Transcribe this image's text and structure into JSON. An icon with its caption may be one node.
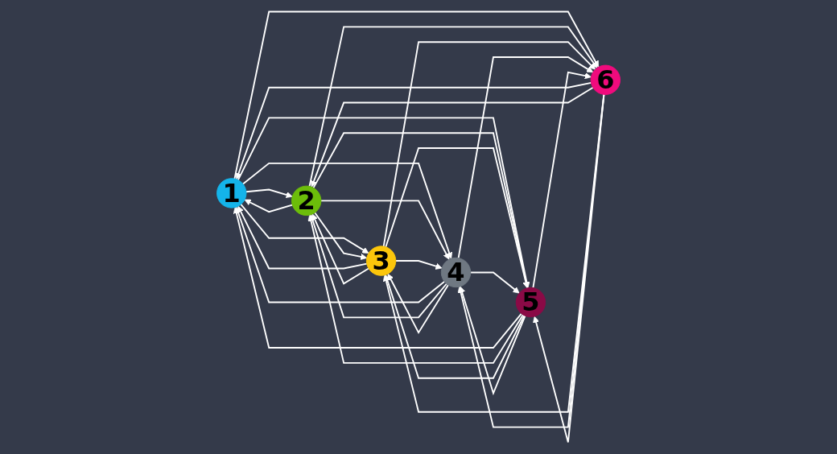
{
  "diagram": {
    "nodes": [
      {
        "text": [
          "1"
        ]
      },
      {
        "text": [
          "2"
        ]
      },
      {
        "text": [
          "3"
        ]
      },
      {
        "text": [
          "4"
        ]
      },
      {
        "text": [
          "5"
        ]
      },
      {
        "text": [
          "6"
        ]
      }
    ],
    "edges": [
      {
        "from": 0,
        "to": 1,
        "arrow": "to"
      },
      {
        "from": 1,
        "to": 0,
        "arrow": "to"
      },
      {
        "from": 0,
        "to": 2,
        "arrow": "to"
      },
      {
        "from": 2,
        "to": 0,
        "arrow": "to"
      },
      {
        "from": 0,
        "to": 3,
        "arrow": "to"
      },
      {
        "from": 3,
        "to": 0,
        "arrow": "to"
      },
      {
        "from": 0,
        "to": 4,
        "arrow": "to"
      },
      {
        "from": 4,
        "to": 0,
        "arrow": "to"
      },
      {
        "from": 0,
        "to": 5,
        "arrow": "to"
      },
      {
        "from": 5,
        "to": 0,
        "arrow": "to"
      },
      {
        "from": 1,
        "to": 2,
        "arrow": "to"
      },
      {
        "from": 2,
        "to": 1,
        "arrow": "to"
      },
      {
        "from": 1,
        "to": 3,
        "arrow": "to"
      },
      {
        "from": 3,
        "to": 1,
        "arrow": "to"
      },
      {
        "from": 1,
        "to": 4,
        "arrow": "to"
      },
      {
        "from": 4,
        "to": 1,
        "arrow": "to"
      },
      {
        "from": 1,
        "to": 5,
        "arrow": "to"
      },
      {
        "from": 5,
        "to": 1,
        "arrow": "to"
      },
      {
        "from": 2,
        "to": 3,
        "arrow": "to"
      },
      {
        "from": 3,
        "to": 2,
        "arrow": "to"
      },
      {
        "from": 2,
        "to": 4,
        "arrow": "to"
      },
      {
        "from": 4,
        "to": 2,
        "arrow": "to"
      },
      {
        "from": 2,
        "to": 5,
        "arrow": "to"
      },
      {
        "from": 5,
        "to": 2,
        "arrow": "to"
      },
      {
        "from": 3,
        "to": 4,
        "arrow": "to"
      },
      {
        "from": 4,
        "to": 3,
        "arrow": "to"
      },
      {
        "from": 3,
        "to": 5,
        "arrow": "to"
      },
      {
        "from": 5,
        "to": 3,
        "arrow": "to"
      },
      {
        "from": 4,
        "to": 5,
        "arrow": "to"
      },
      {
        "from": 5,
        "to": 4,
        "arrow": "to"
      }
    ]
  }
}
